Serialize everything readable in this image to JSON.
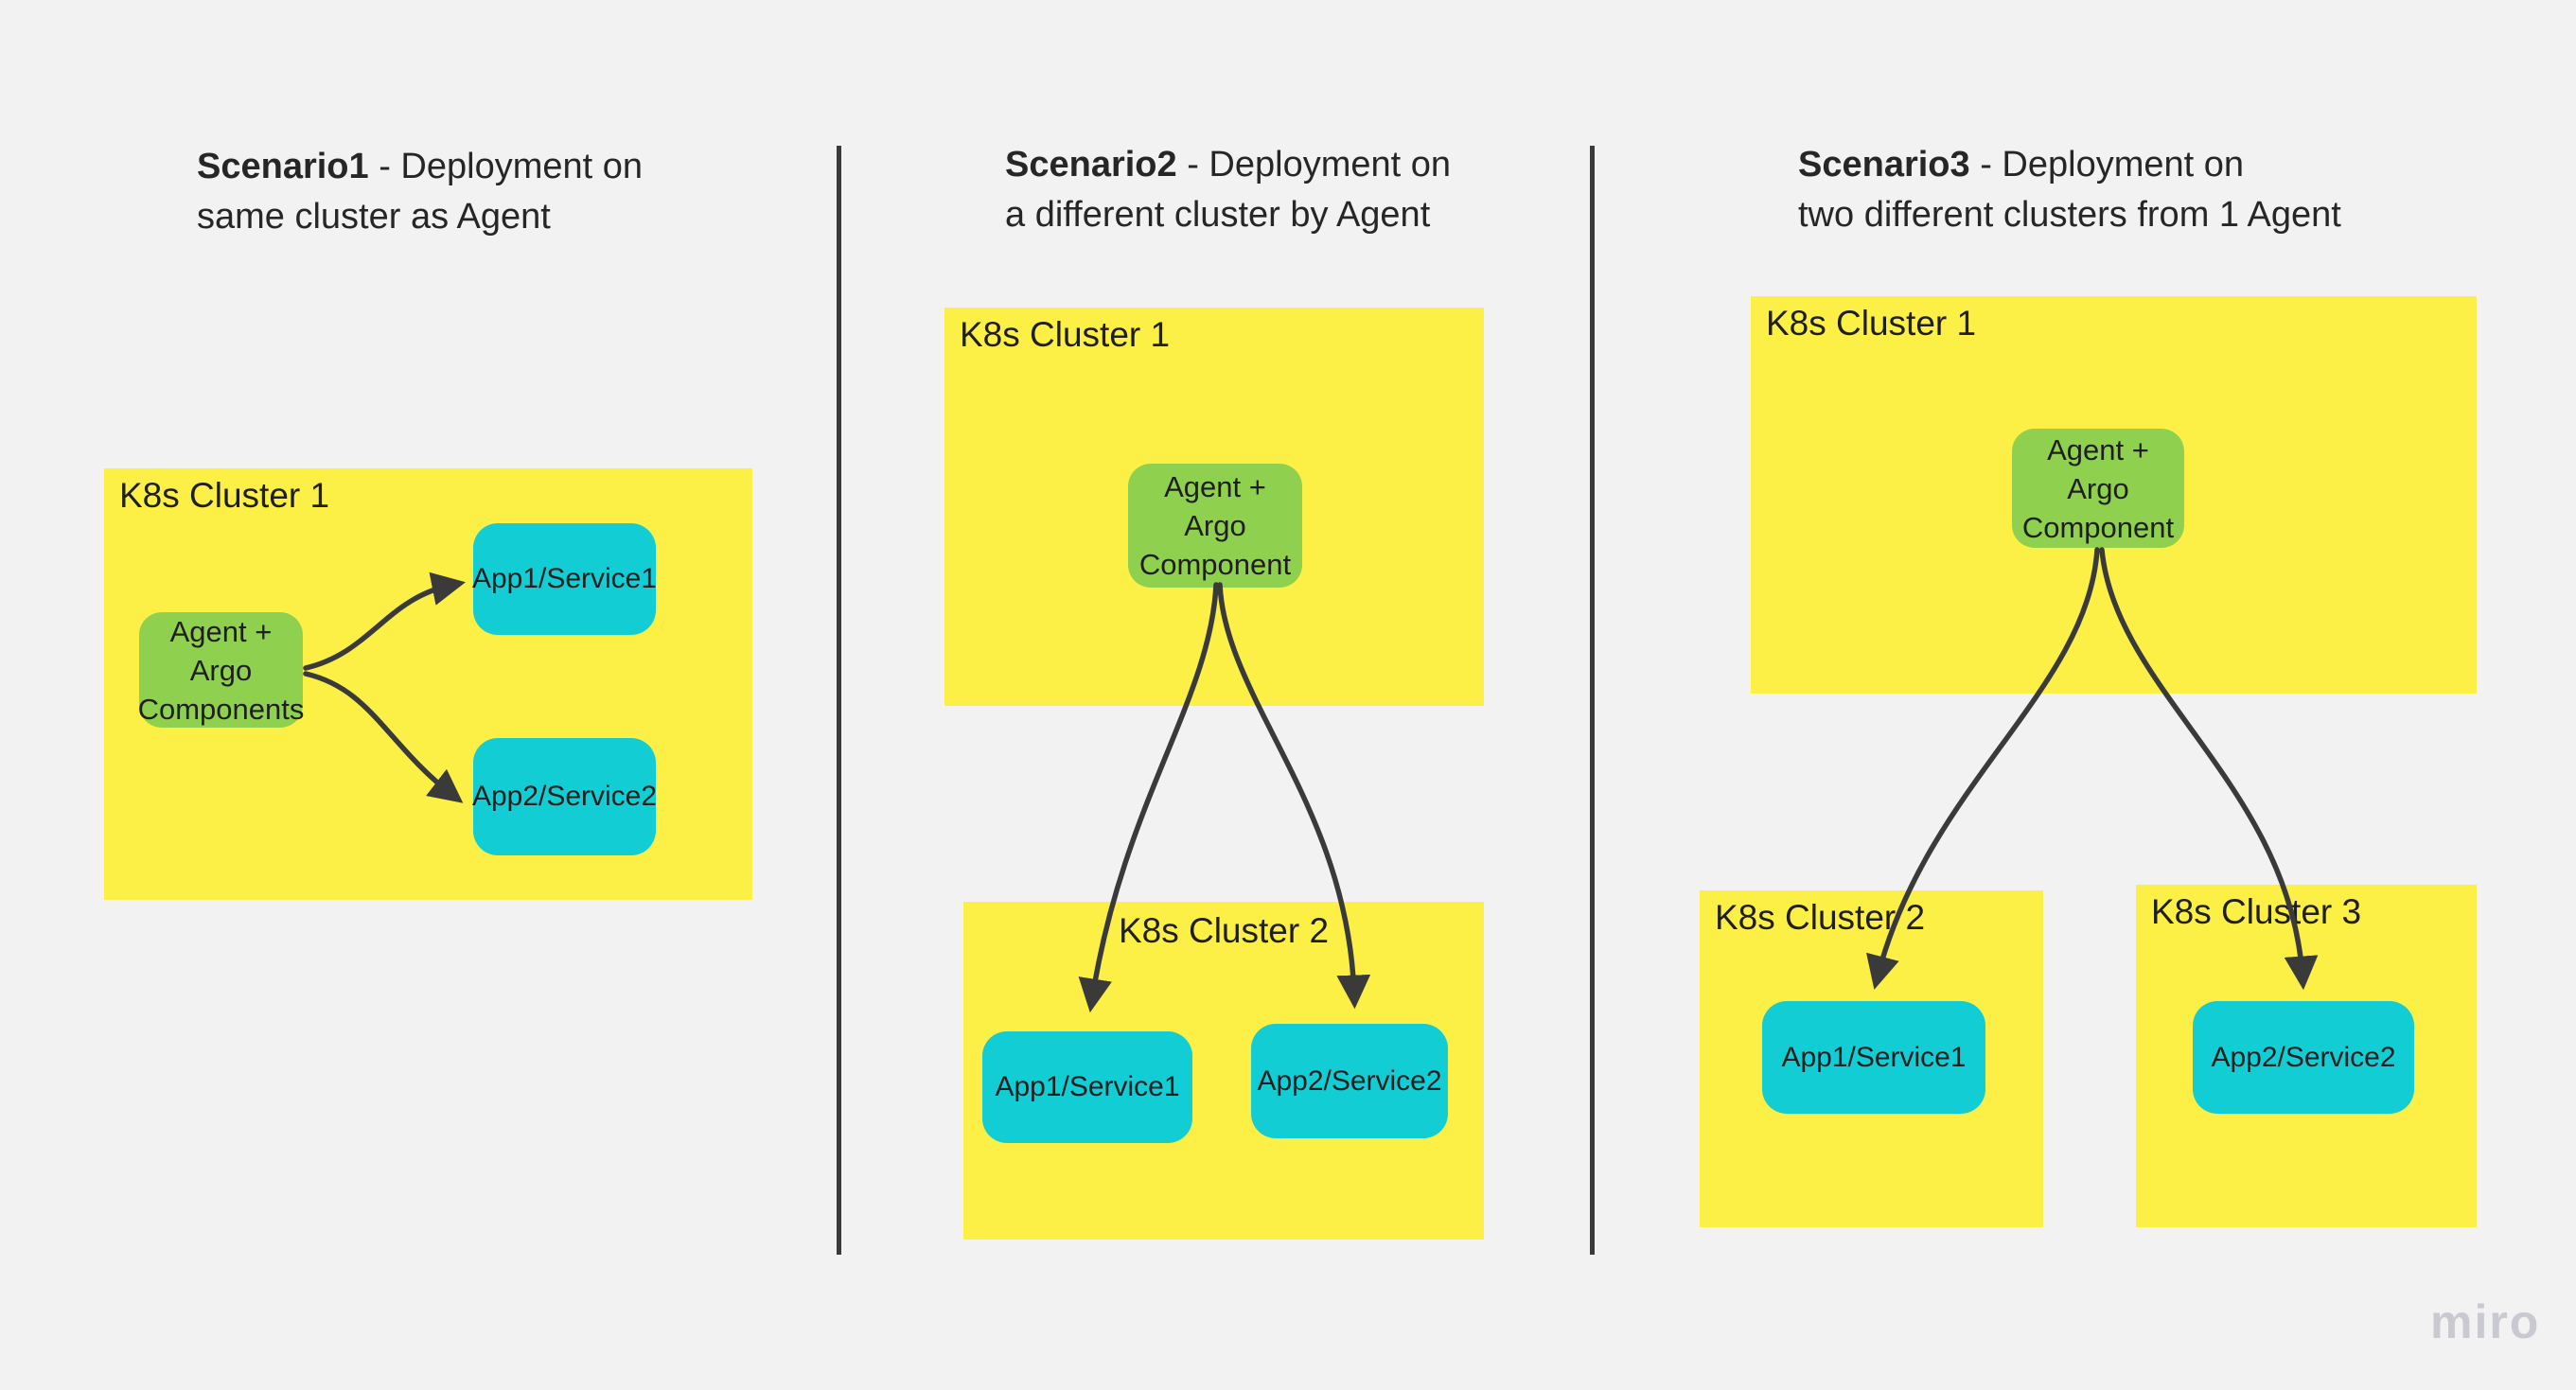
{
  "colors": {
    "background": "#F2F2F2",
    "cluster_fill": "#FCF046",
    "agent_fill": "#8FD14F",
    "app_fill": "#12CDD4",
    "arrow": "#3A3A3A",
    "divider": "#3A3A3A",
    "text": "#1F1F1F",
    "watermark": "#C9C9D2"
  },
  "watermark": {
    "label": "miro"
  },
  "scenario1": {
    "title": {
      "bold": "Scenario1",
      "rest": " - Deployment on",
      "line2": "same cluster as Agent"
    },
    "cluster1": {
      "label": "K8s Cluster 1"
    },
    "agent": {
      "line1": "Agent + Argo",
      "line2": "Components"
    },
    "app1": {
      "label": "App1/Service1"
    },
    "app2": {
      "label": "App2/Service2"
    }
  },
  "scenario2": {
    "title": {
      "bold": "Scenario2",
      "rest": " - Deployment on",
      "line2": "a different cluster by Agent"
    },
    "cluster1": {
      "label": "K8s Cluster 1"
    },
    "agent": {
      "line1": "Agent +",
      "line2": "Argo",
      "line3": "Component"
    },
    "cluster2": {
      "label": "K8s Cluster 2"
    },
    "app1": {
      "label": "App1/Service1"
    },
    "app2": {
      "label": "App2/Service2"
    }
  },
  "scenario3": {
    "title": {
      "bold": "Scenario3",
      "rest": " - Deployment on",
      "line2": "two different clusters from 1 Agent"
    },
    "cluster1": {
      "label": "K8s Cluster 1"
    },
    "agent": {
      "line1": "Agent +",
      "line2": "Argo",
      "line3": "Component"
    },
    "cluster2": {
      "label": "K8s Cluster 2"
    },
    "cluster3": {
      "label": "K8s Cluster 3"
    },
    "app1": {
      "label": "App1/Service1"
    },
    "app2": {
      "label": "App2/Service2"
    }
  }
}
